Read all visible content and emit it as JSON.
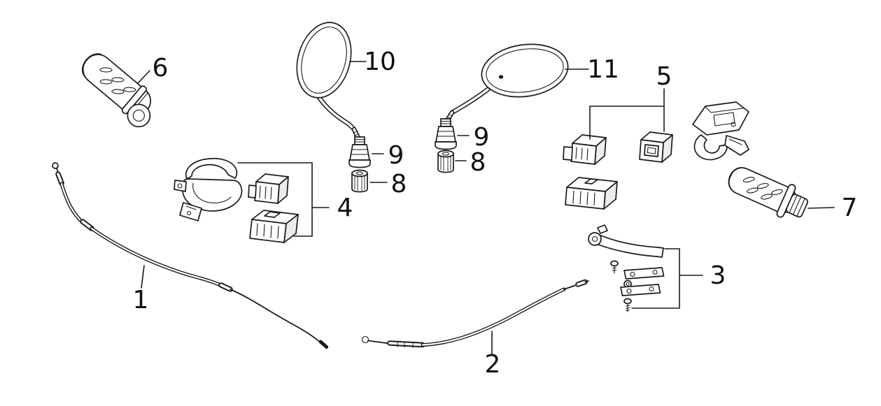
{
  "diagram": {
    "background_color": "#ffffff",
    "line_color": "#1a1a1a",
    "labels": {
      "n1": "1",
      "n2": "2",
      "n3": "3",
      "n4": "4",
      "n5": "5",
      "n6": "6",
      "n7": "7",
      "n8a": "8",
      "n8b": "8",
      "n9a": "9",
      "n9b": "9",
      "n10": "10",
      "n11": "11"
    }
  }
}
